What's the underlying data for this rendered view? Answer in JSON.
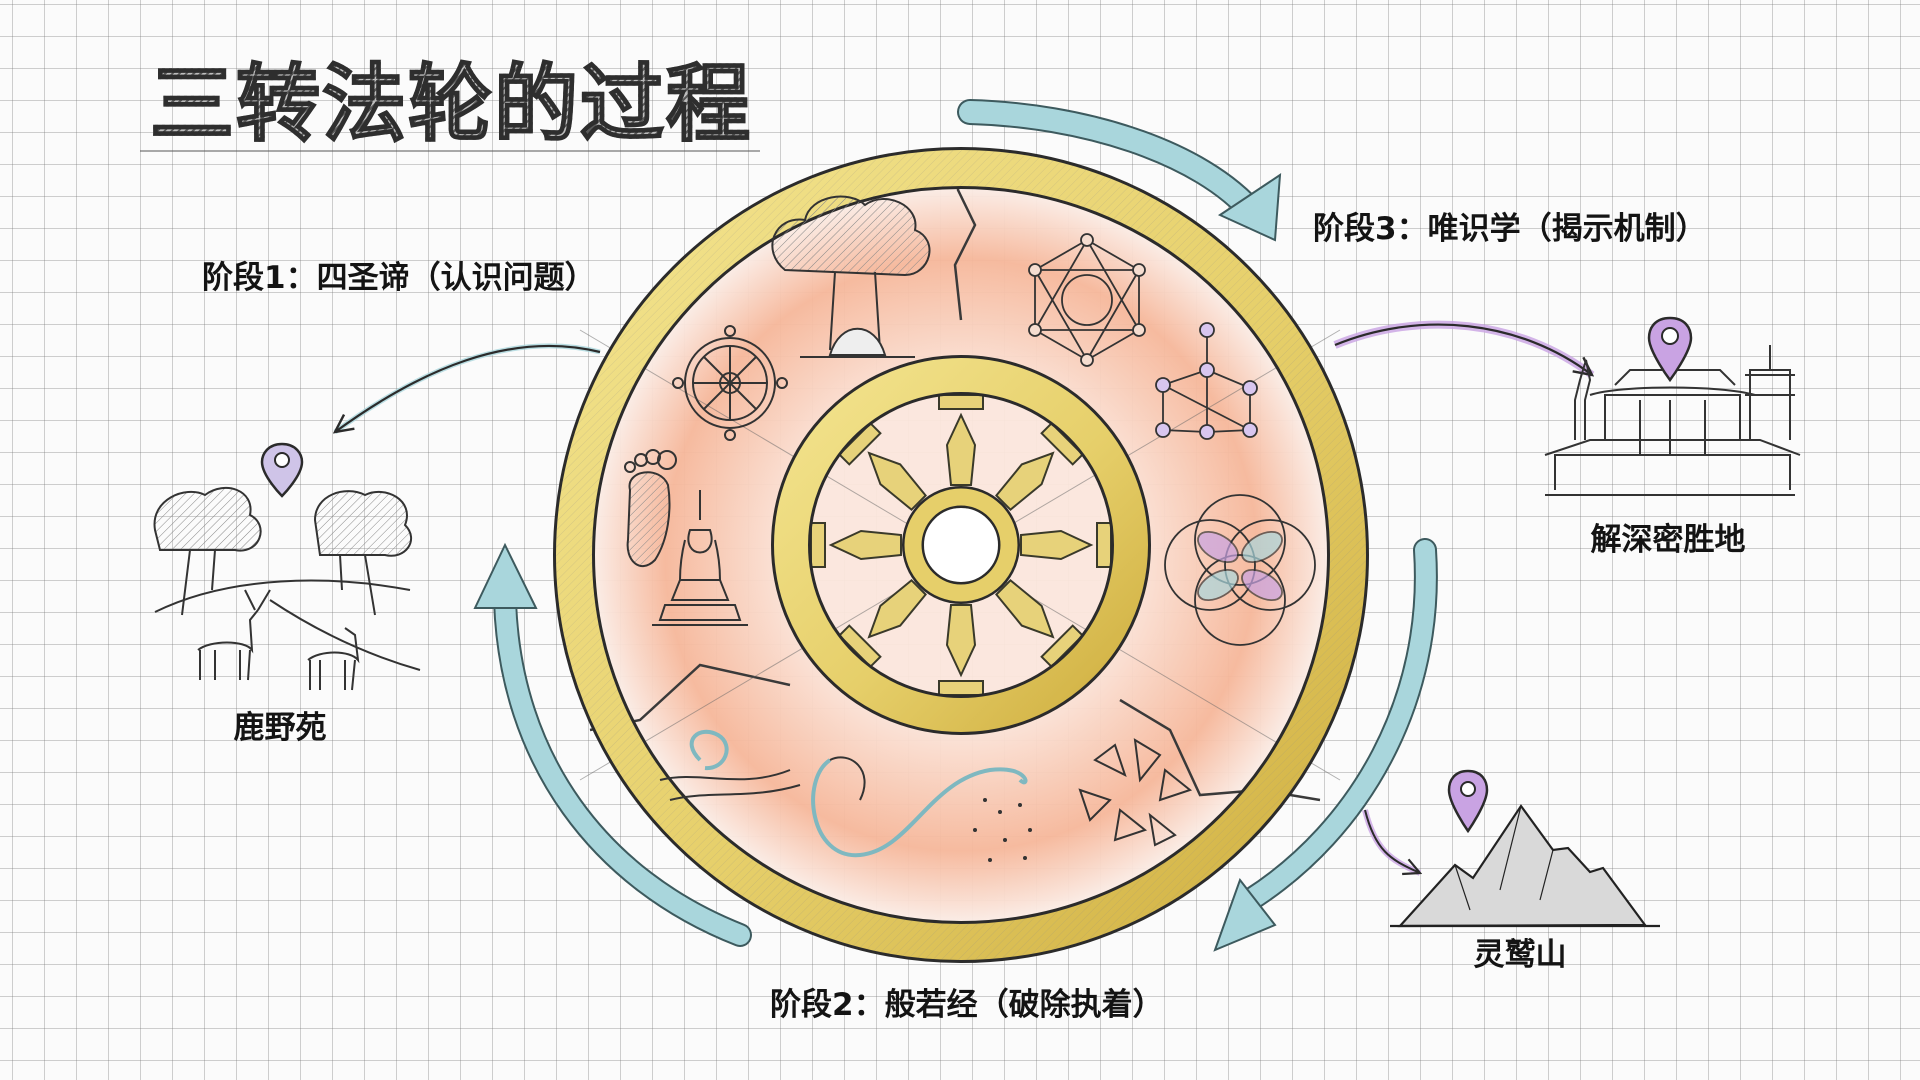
{
  "title": "三转法轮的过程",
  "stages": [
    {
      "id": 1,
      "label": "阶段1：四圣谛（认识问题）",
      "place": "鹿野苑",
      "icons": [
        "bodhi-tree-buddha-icon",
        "dharma-wheel-icon",
        "footprint-icon",
        "stupa-icon"
      ]
    },
    {
      "id": 2,
      "label": "阶段2：般若经（破除执着）",
      "icons": [
        "wind-swirl-icon",
        "infinity-loop-icon",
        "dotted-void-icon",
        "shattered-fragments-icon"
      ]
    },
    {
      "id": 3,
      "label": "阶段3：唯识学（揭示机制）",
      "place": "解深密胜地",
      "icons": [
        "sacred-geometry-icon",
        "node-network-icon",
        "overlapping-circles-icon"
      ]
    }
  ],
  "places": {
    "deer_park": "鹿野苑",
    "temple": "解深密胜地",
    "vulture_peak": "灵鹫山"
  },
  "colors": {
    "gold": "#e6cf6a",
    "gold_dark": "#c9a93a",
    "peach": "#f6b79a",
    "arrow_teal": "#a9d6dc",
    "arrow_purple": "#c9a3e3",
    "pin_purple": "#b9a3d8",
    "ink": "#2b2b2b"
  }
}
